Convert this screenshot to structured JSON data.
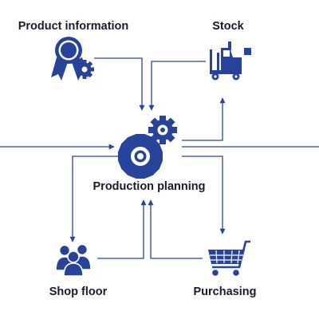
{
  "colors": {
    "primary": "#27449a",
    "text": "#1a1a2e",
    "background": "#ffffff"
  },
  "nodes": {
    "product_information": {
      "label": "Product information",
      "icon": "award-rosette-with-gear-icon"
    },
    "stock": {
      "label": "Stock",
      "icon": "forklift-icon"
    },
    "production_planning": {
      "label": "Production planning",
      "icon": "gears-icon"
    },
    "shop_floor": {
      "label": "Shop floor",
      "icon": "people-group-icon"
    },
    "purchasing": {
      "label": "Purchasing",
      "icon": "shopping-cart-icon"
    }
  }
}
